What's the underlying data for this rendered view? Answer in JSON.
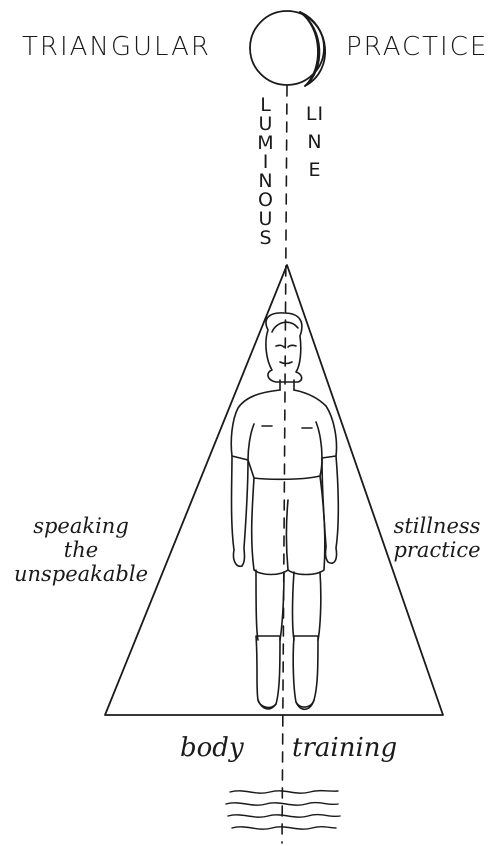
{
  "title": {
    "left": "TRIANGULAR",
    "right": "PRACTICE"
  },
  "vertical_labels": {
    "left": "LUMINOUS",
    "right": "LINE"
  },
  "sides": {
    "left": [
      "speaking",
      "the",
      "unspeakable"
    ],
    "right": [
      "stillness",
      "practice"
    ]
  },
  "base": {
    "left": "body",
    "right": "training"
  },
  "icons": {
    "moon": "crescent-moon-icon",
    "figure": "standing-figure-icon",
    "water": "water-ripples-icon"
  }
}
